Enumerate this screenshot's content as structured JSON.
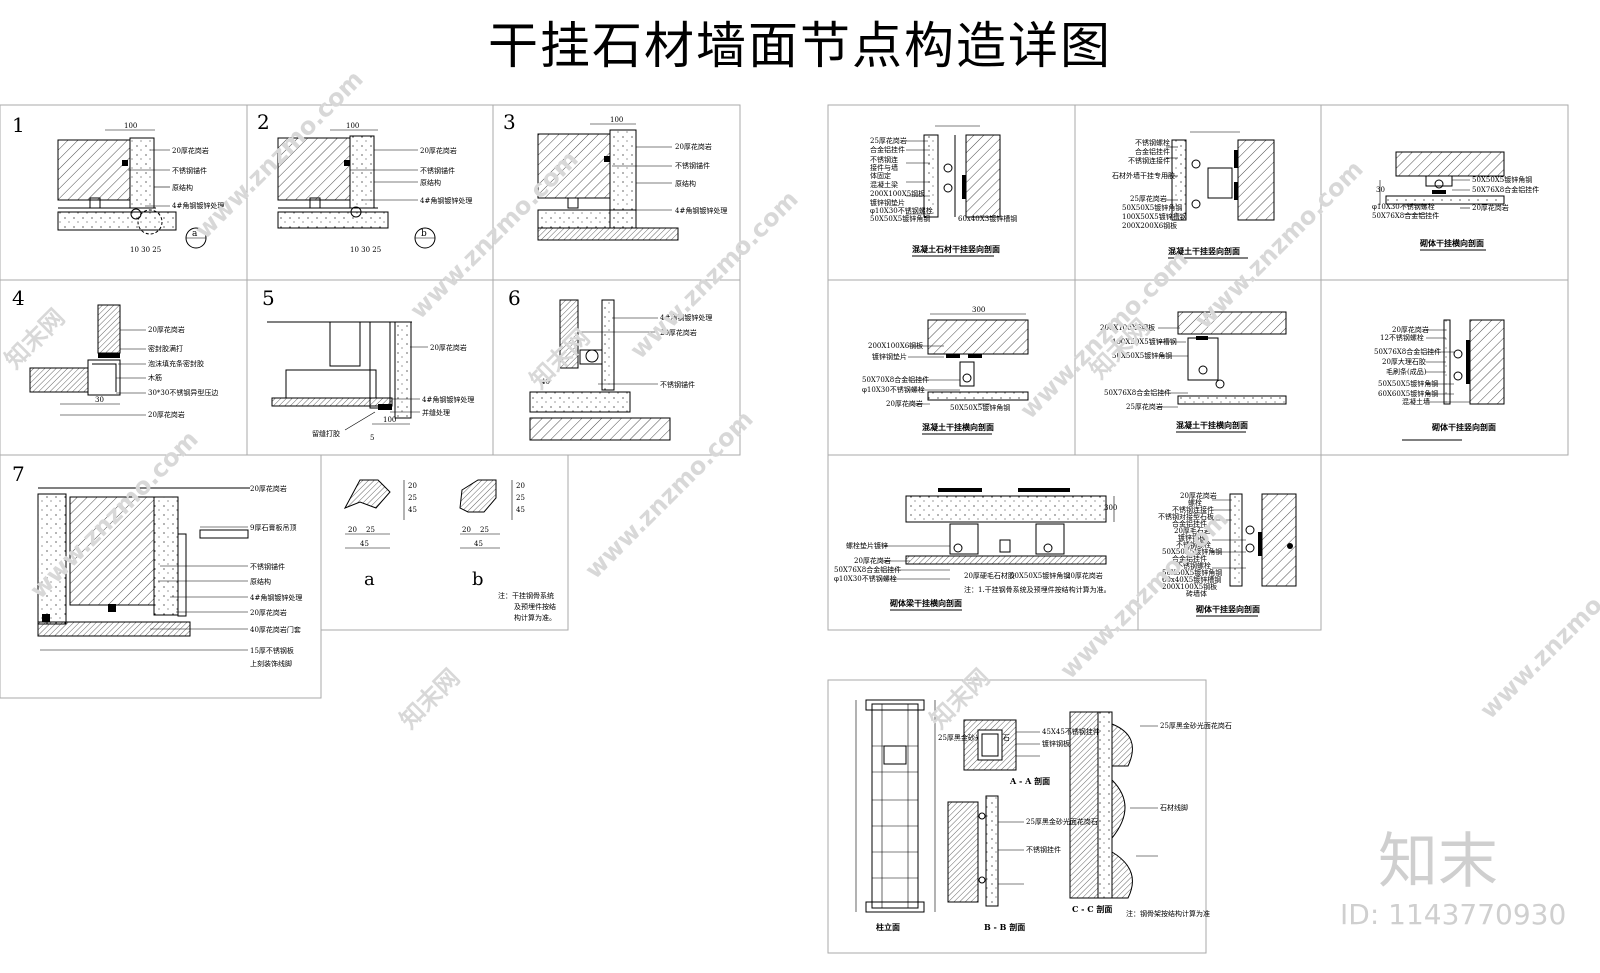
{
  "title": "干挂石材墙面节点构造详图",
  "watermarks": {
    "site": "www.znzmo.com",
    "brand": "知末网"
  },
  "logo": {
    "text": "知末",
    "id": "ID: 1143770930"
  },
  "left_panels": [
    {
      "num": "1",
      "labels": [
        "20厚花岗岩",
        "不锈钢锚件",
        "原结构",
        "4#角钢镀锌处理"
      ],
      "dim_top": "100",
      "dims_bottom": "10  30 25",
      "callout": "a"
    },
    {
      "num": "2",
      "labels": [
        "20厚花岗岩",
        "不锈钢锚件",
        "原结构",
        "4#角钢镀锌处理"
      ],
      "dim_top": "100",
      "dims_bottom": "10  30 25",
      "callout": "b"
    },
    {
      "num": "3",
      "labels": [
        "20厚花岗岩",
        "不锈钢锚件",
        "原结构",
        "4#角钢镀锌处理"
      ],
      "dim_top": "100"
    },
    {
      "num": "4",
      "labels": [
        "20厚花岗岩",
        "密封胶满打",
        "泡沫填充条密封胶",
        "木筋",
        "30*30不锈钢异型压边",
        "20厚花岗岩"
      ],
      "dim_bottom": "30"
    },
    {
      "num": "5",
      "labels": [
        "20厚花岗岩",
        "4#角钢镀锌处理",
        "并缝处理",
        "留缝打胶"
      ],
      "dim_bottom": "100",
      "dim_small": "5"
    },
    {
      "num": "6",
      "labels": [
        "4#角钢镀锌处理",
        "20厚花岗岩",
        "不锈钢锚件"
      ],
      "dim_side": "40"
    },
    {
      "num": "7",
      "labels": [
        "20厚花岗岩",
        "9厚石膏板吊顶",
        "不锈钢锚件",
        "原结构",
        "4#角钢镀锌处理",
        "20厚花岗岩",
        "40厚花岗岩门套",
        "15厚不锈钢板",
        "上刻装饰线脚"
      ]
    }
  ],
  "details_ab": {
    "a": {
      "label": "a",
      "dims": [
        "20",
        "25",
        "45",
        "20",
        "25",
        "45"
      ]
    },
    "b": {
      "label": "b",
      "dims": [
        "20",
        "25",
        "45",
        "20",
        "25",
        "45"
      ]
    },
    "note": [
      "注：干挂钢骨系统",
      "及预埋件按结",
      "构计算为准。"
    ]
  },
  "right_panels": [
    {
      "caption": "混凝土石材干挂竖向剖面",
      "labels": [
        "25厚花岗岩",
        "合金铝挂件",
        "不锈钢连",
        "接件与墙",
        "体固定",
        "混凝土梁",
        "200X100X5钢板",
        "镀锌钢垫片",
        "φ10X30不锈钢螺栓",
        "50X50X5镀锌角钢"
      ],
      "dim": "60x40X3镀锌槽钢"
    },
    {
      "caption": "混凝土干挂竖向剖面",
      "labels": [
        "不锈钢螺栓",
        "合金铝挂件",
        "不锈钢连接件",
        "石材外墙干挂专用胶",
        "25厚花岗岩",
        "50X50X5镀锌角钢",
        "100X50X5镀锌槽钢",
        "200X200X6钢板"
      ]
    },
    {
      "caption": "砌体干挂横向剖面",
      "labels": [
        "50X50X5镀锌角钢",
        "φ10X30不锈钢螺栓",
        "50X76X8合金铝挂件",
        "50X76X8合金铝挂件",
        "20厚花岗岩"
      ],
      "dim": "30"
    },
    {
      "caption": "混凝土干挂横向剖面",
      "labels": [
        "200X100X6钢板",
        "镀锌钢垫片",
        "50X70X8合金铝挂件",
        "φ10X30不锈钢螺栓",
        "20厚花岗岩",
        "50X50X5镀锌角钢"
      ],
      "dim": "300"
    },
    {
      "caption": "混凝土干挂横向剖面",
      "labels": [
        "200X100X6钢板",
        "100X50X5镀锌槽钢",
        "50X50X5镀锌角钢",
        "50X76X8合金铝挂件",
        "25厚花岗岩"
      ]
    },
    {
      "caption": "砌体干挂竖向剖面",
      "labels": [
        "20厚花岗岩",
        "12不锈钢螺栓",
        "50X76X8合金铝挂件",
        "20厚大理石胶",
        "毛刷条(成品)",
        "50X50X5镀锌角钢",
        "60X60X5镀锌角钢",
        "混凝土墙"
      ]
    },
    {
      "caption": "砌体梁干挂横向剖面",
      "labels": [
        "螺栓垫片镀锌",
        "20厚花岗岩",
        "50X76X8合金铝挂件",
        "φ10X30不锈钢螺栓",
        "20厚硬毛石材胶",
        "50X50X5镀锌角钢",
        "20厚花岗岩"
      ],
      "note": "注：1.干挂钢骨系统及预埋件按结构计算为准。",
      "dim": "300"
    },
    {
      "caption": "砌体干挂竖向剖面",
      "labels": [
        "20厚花岗岩",
        "螺栓",
        "不锈钢连接件",
        "不锈钢对接型石板",
        "合金铝挂件",
        "20厚毛石岩",
        "镀锌钢板",
        "不锈钢螺栓",
        "50X50X5镀锌角钢",
        "合金铝挂件",
        "不锈钢螺栓",
        "50X50X5镀锌角钢",
        "60x40X5镀锌槽钢",
        "200X100X5钢板",
        "砖墙体"
      ]
    }
  ],
  "bottom_panel": {
    "captions": [
      "柱立面",
      "A - A 剖面",
      "B - B 剖面",
      "C - C 剖面"
    ],
    "labels": [
      "25厚黑金砂光面花岗石",
      "45X45不锈钢挂件",
      "镀锌钢板",
      "25厚黑金砂光面花岗石",
      "不锈钢挂件",
      "25厚黑金砂光面花岗石",
      "石材线脚",
      "注：钢骨架按结构计算为准"
    ]
  }
}
